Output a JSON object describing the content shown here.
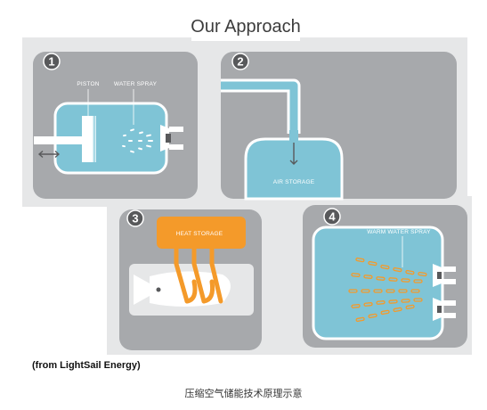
{
  "title": "Our Approach",
  "panels": [
    {
      "number": "1",
      "labels": {
        "piston": "PISTON",
        "water_spray": "WATER SPRAY"
      }
    },
    {
      "number": "2",
      "labels": {
        "air_storage": "AIR STORAGE"
      }
    },
    {
      "number": "3",
      "labels": {
        "heat_storage": "HEAT STORAGE"
      }
    },
    {
      "number": "4",
      "labels": {
        "warm_water_spray": "WARM WATER SPRAY"
      }
    }
  ],
  "credit": "(from LightSail Energy)",
  "caption": "压缩空气储能技术原理示意",
  "colors": {
    "panel_gray": "#a7a9ac",
    "light_gray": "#e6e7e8",
    "water_blue": "#7fc4d6",
    "heat_orange": "#f49a2a",
    "dark_badge": "#58595b"
  }
}
